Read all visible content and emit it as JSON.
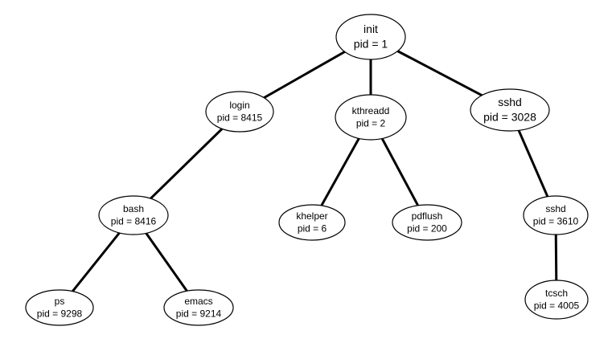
{
  "diagram": {
    "type": "process-tree",
    "nodes": [
      {
        "id": "init",
        "name": "init",
        "pid_text": "pid = 1"
      },
      {
        "id": "login",
        "name": "login",
        "pid_text": "pid = 8415"
      },
      {
        "id": "kthreadd",
        "name": "kthreadd",
        "pid_text": "pid = 2"
      },
      {
        "id": "sshd1",
        "name": "sshd",
        "pid_text": "pid = 3028"
      },
      {
        "id": "bash",
        "name": "bash",
        "pid_text": "pid = 8416"
      },
      {
        "id": "khelper",
        "name": "khelper",
        "pid_text": "pid = 6"
      },
      {
        "id": "pdflush",
        "name": "pdflush",
        "pid_text": "pid = 200"
      },
      {
        "id": "sshd2",
        "name": "sshd",
        "pid_text": "pid = 3610"
      },
      {
        "id": "ps",
        "name": "ps",
        "pid_text": "pid = 9298"
      },
      {
        "id": "emacs",
        "name": "emacs",
        "pid_text": "pid = 9214"
      },
      {
        "id": "tcsch",
        "name": "tcsch",
        "pid_text": "pid = 4005"
      }
    ],
    "edges": [
      [
        "init",
        "login"
      ],
      [
        "init",
        "kthreadd"
      ],
      [
        "init",
        "sshd1"
      ],
      [
        "login",
        "bash"
      ],
      [
        "kthreadd",
        "khelper"
      ],
      [
        "kthreadd",
        "pdflush"
      ],
      [
        "sshd1",
        "sshd2"
      ],
      [
        "bash",
        "ps"
      ],
      [
        "bash",
        "emacs"
      ],
      [
        "sshd2",
        "tcsch"
      ]
    ],
    "colors": {
      "line": "#000000",
      "node_fill": "#ffffff",
      "background": "#ffffff"
    }
  }
}
